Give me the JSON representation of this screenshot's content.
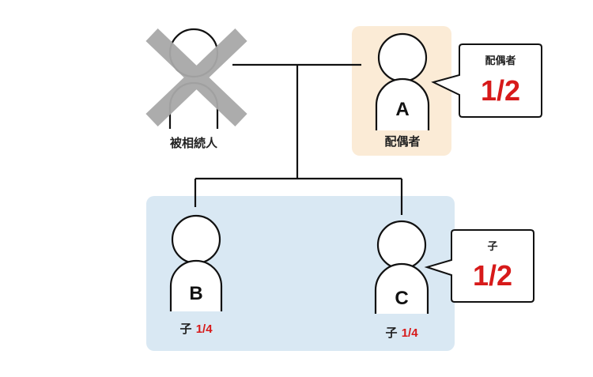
{
  "colors": {
    "spouse_box": "#fbebd6",
    "children_box": "#d9e8f3",
    "share_red": "#d71a1a",
    "cross_gray": "#a8a8a8"
  },
  "deceased": {
    "label": "被相続人",
    "icon": "cross-mark-icon"
  },
  "spouse": {
    "letter": "A",
    "label": "配偶者"
  },
  "spouse_bubble": {
    "title": "配偶者",
    "value": "1/2"
  },
  "children": [
    {
      "letter": "B",
      "label": "子",
      "share": "1/4"
    },
    {
      "letter": "C",
      "label": "子",
      "share": "1/4"
    }
  ],
  "children_bubble": {
    "title": "子",
    "value": "1/2"
  }
}
